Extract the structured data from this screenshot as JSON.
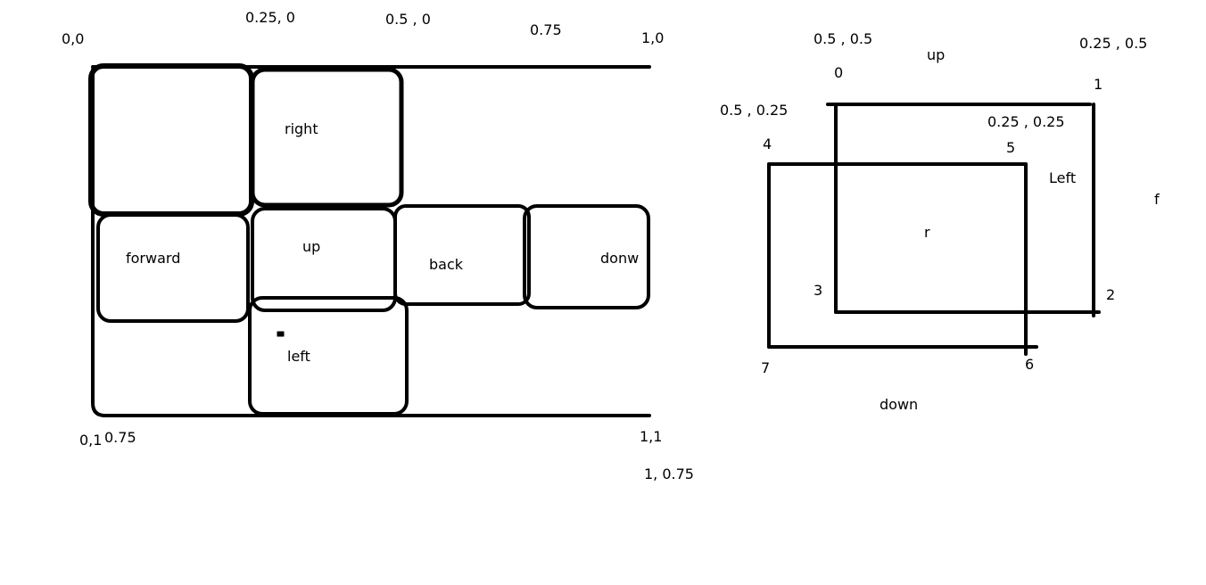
{
  "left_diagram": {
    "corners": {
      "top_left": "0,0",
      "top_q1": "0.25, 0",
      "top_half": "0.5 , 0",
      "top_q3": "0.75",
      "top_right": "1,0",
      "bottom_left": "0,1",
      "bottom_left_q3": "0.75",
      "bottom_right": "1,1",
      "bottom_right_q3": "1, 0.75"
    },
    "faces": {
      "right": "right",
      "forward": "forward",
      "up": "up",
      "back": "back",
      "down": "donw",
      "left": "left"
    }
  },
  "right_diagram": {
    "coords": {
      "c_half_half": "0.5 , 0.5",
      "c_q1_half": "0.25 , 0.5",
      "c_half_q1": "0.5 , 0.25",
      "c_q1_q1": "0.25 , 0.25"
    },
    "vertices": [
      "0",
      "1",
      "2",
      "3",
      "4",
      "5",
      "6",
      "7"
    ],
    "faces": {
      "up": "up",
      "down": "down",
      "left": "Left",
      "front": "f",
      "right": "r"
    }
  }
}
